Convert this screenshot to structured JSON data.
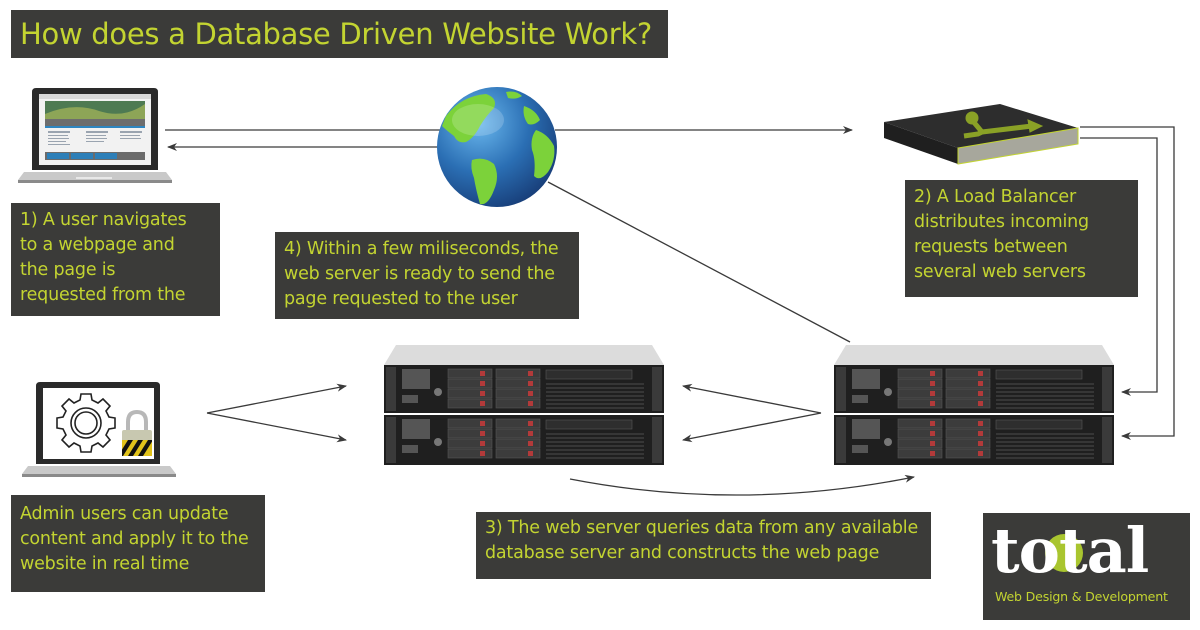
{
  "title": "How does a Database Driven Website Work?",
  "notes": {
    "user_request": [
      "1) A user navigates",
      "to a webpage and",
      "the page is",
      "requested from the"
    ],
    "load_balancer": [
      "2) A Load Balancer",
      "distributes incoming",
      "requests between",
      "several web servers"
    ],
    "database_query": [
      "3) The web server queries data from any available",
      "database server and constructs the web page"
    ],
    "response": [
      "4) Within a few miliseconds, the",
      "web server is ready to send the",
      "page requested to the user"
    ],
    "admin": [
      "Admin users can update",
      "content and apply it to the",
      "website in real time"
    ]
  },
  "logo": {
    "word": "total",
    "tagline": "Web Design & Development"
  },
  "icons": {
    "user_laptop": "laptop-webpage-icon",
    "admin_laptop": "laptop-admin-gear-lock-icon",
    "internet": "globe-icon",
    "load_balancer": "load-balancer-icon",
    "database_servers": "server-rack-icon",
    "web_servers": "server-rack-icon"
  },
  "colors": {
    "panel_bg": "#3b3b39",
    "accent_text": "#c3d431",
    "arrow": "#3a3a3a"
  }
}
